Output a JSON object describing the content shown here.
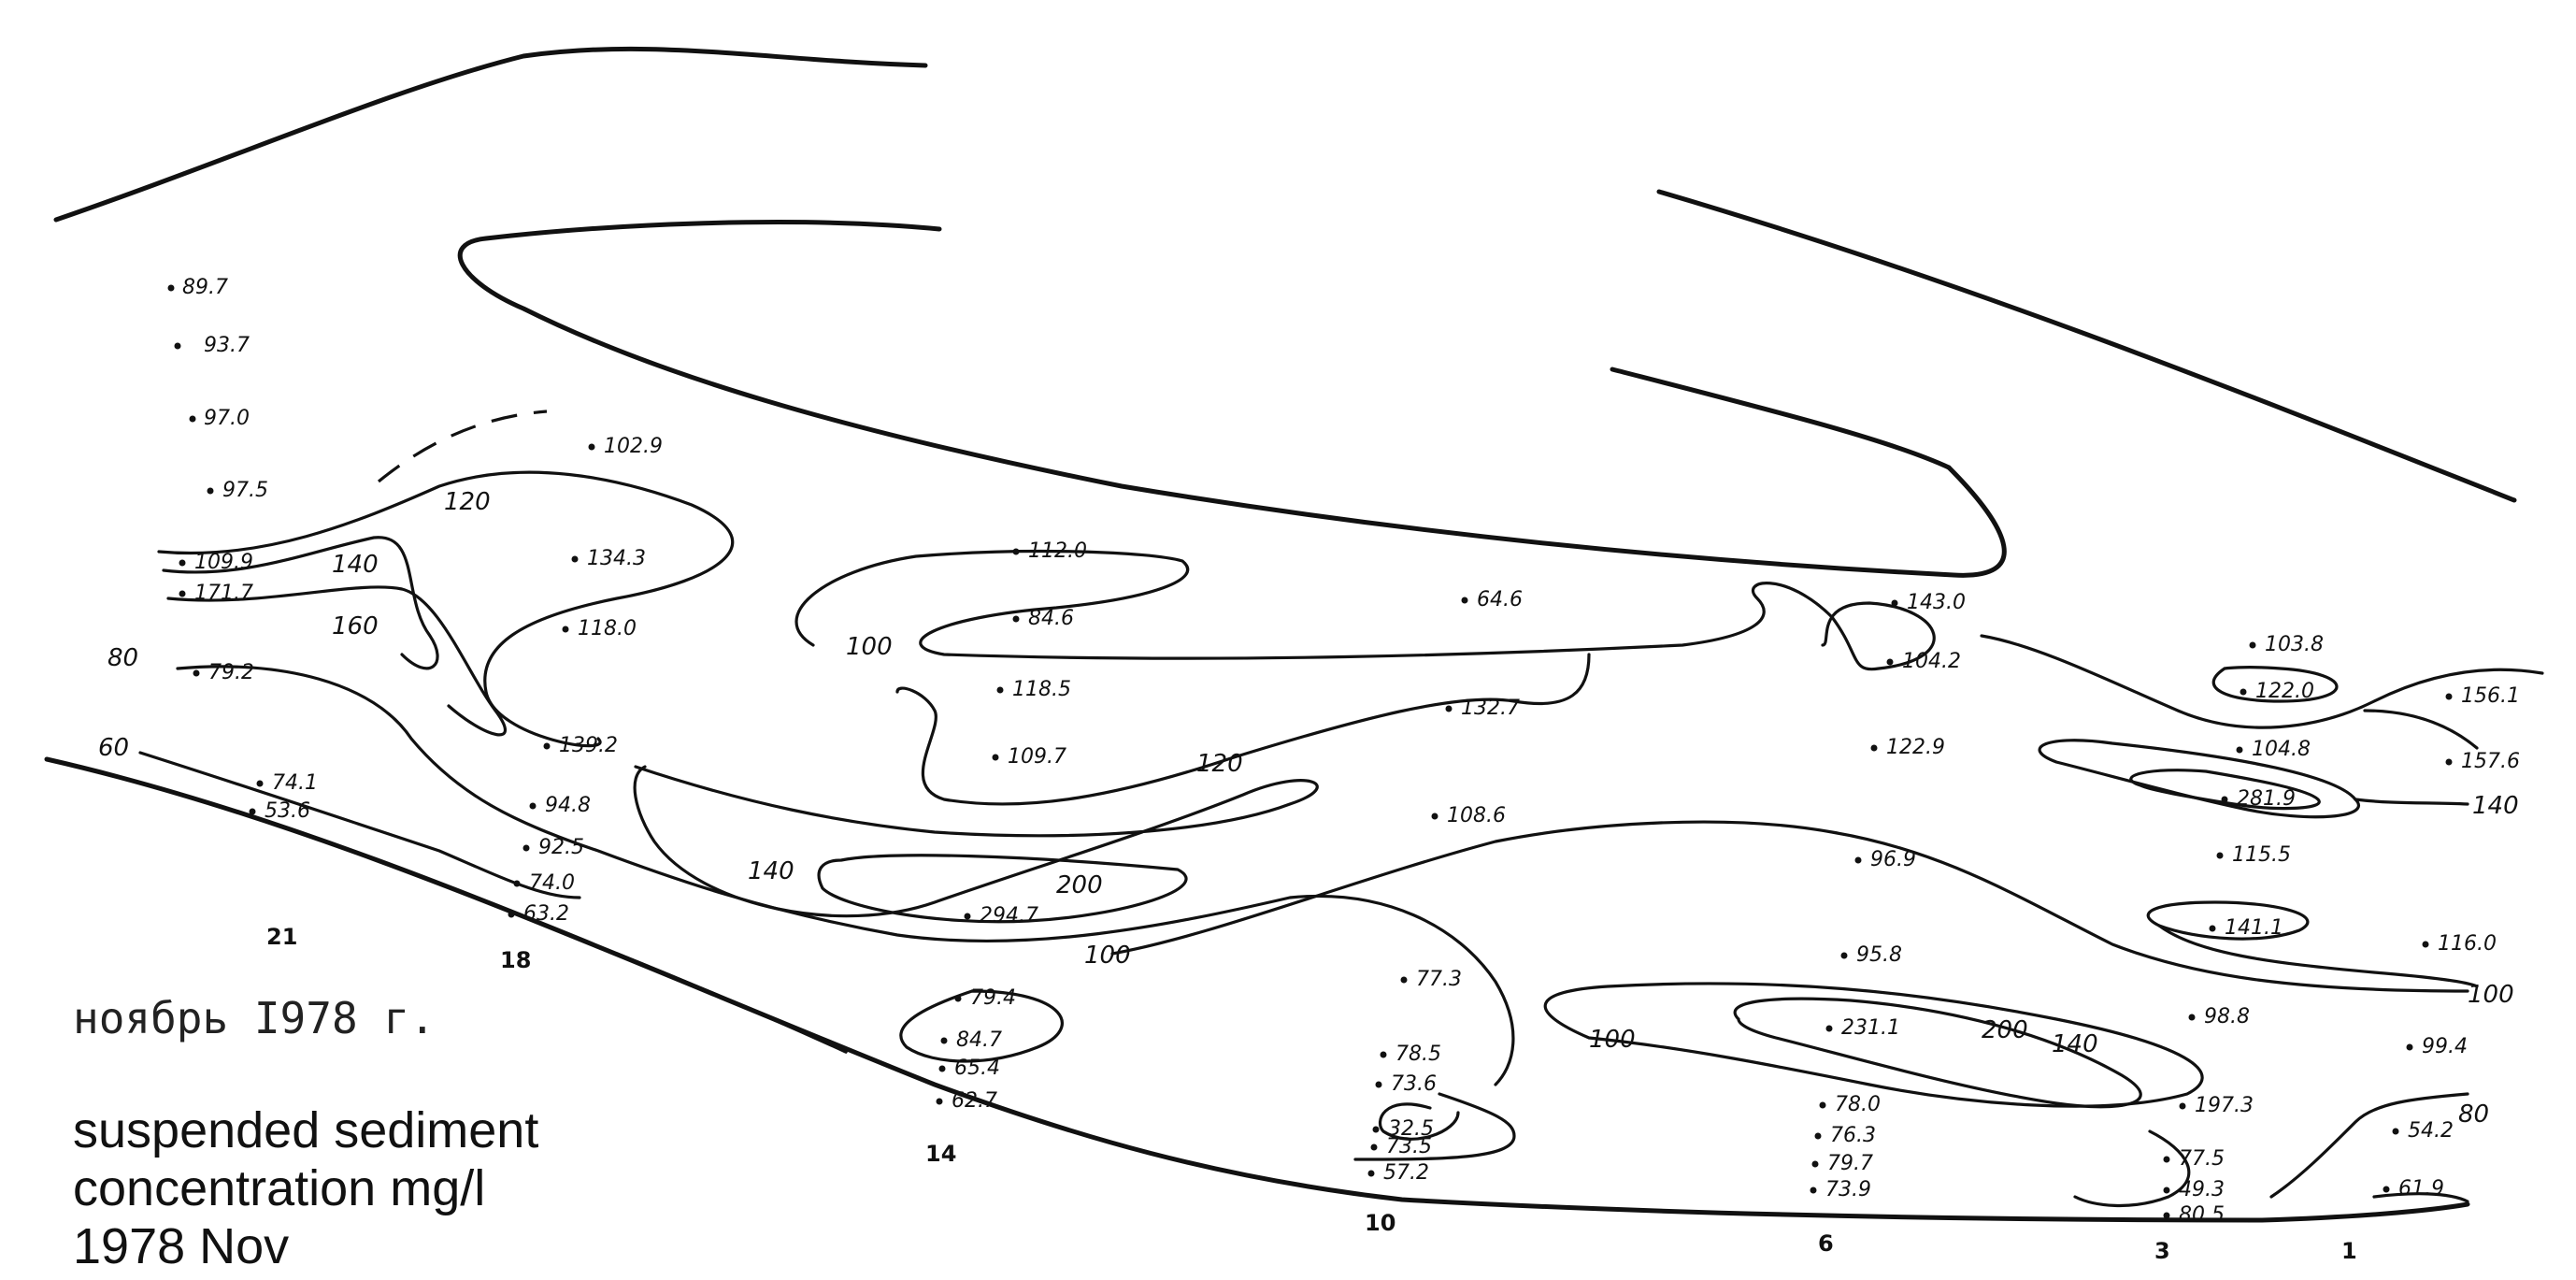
{
  "captions": {
    "russian": "ноябрь I978 г.",
    "english": [
      "suspended sediment",
      "concentration mg/l",
      "1978 Nov"
    ]
  },
  "station_numbers": [
    "21",
    "18",
    "14",
    "10",
    "6",
    "3",
    "1"
  ],
  "isoline_labels": [
    "80",
    "60",
    "120",
    "140",
    "160",
    "100",
    "120",
    "140",
    "200",
    "100",
    "100",
    "200",
    "140",
    "100",
    "80",
    "140"
  ],
  "measurements": [
    "89.7",
    "93.7",
    "97.0",
    "97.5",
    "109.9",
    "171.7",
    "79.2",
    "74.1",
    "53.6",
    "102.9",
    "134.3",
    "118.0",
    "139.2",
    "94.8",
    "92.5",
    "74.0",
    "63.2",
    "112.0",
    "84.6",
    "118.5",
    "109.7",
    "294.7",
    "79.4",
    "84.7",
    "65.4",
    "62.7",
    "77.3",
    "78.5",
    "73.6",
    "32.5",
    "73.5",
    "57.2",
    "64.6",
    "132.7",
    "108.6",
    "143.0",
    "104.2",
    "122.9",
    "96.9",
    "95.8",
    "231.1",
    "78.0",
    "76.3",
    "79.7",
    "73.9",
    "98.8",
    "197.3",
    "77.5",
    "49.3",
    "80.5",
    "103.8",
    "122.0",
    "104.8",
    "281.9",
    "115.5",
    "141.1",
    "156.1",
    "157.6",
    "116.0",
    "99.4",
    "54.2",
    "61.9"
  ],
  "colors": {
    "ink": "#111111",
    "paper": "#ffffff"
  }
}
